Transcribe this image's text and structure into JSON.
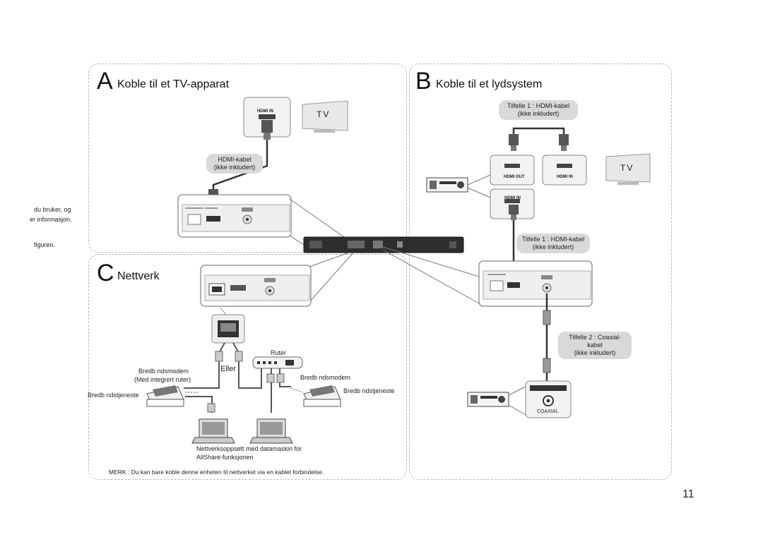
{
  "sidebar_fragments": [
    "du bruker, og",
    "er informasjon.",
    "figuren."
  ],
  "section_a": {
    "letter": "A",
    "title": "Koble til et TV-apparat",
    "hdmi_in_label": "HDMI IN",
    "tv_label": "TV",
    "cable_label": "HDMI-kabel",
    "cable_note": "(ikke inkludert)"
  },
  "section_b": {
    "letter": "B",
    "title": "Koble til et lydsystem",
    "case1_top": "Tilfelle 1 : HDMI-kabel",
    "case1_top_note": "(ikke inkludert)",
    "hdmi_out_label": "HDMI OUT",
    "hdmi_in_label": "HDMI IN",
    "hdmi_in_label_2": "HDMI IN",
    "tv_label": "TV",
    "case1_mid": "Tilfelle 1 : HDMI-kabel",
    "case1_mid_note": "(ikke inkludert)",
    "case2": "Tilfelle 2 : Coaxial-kabel",
    "case2_note": "(ikke inkludert)",
    "coaxial_label": "COAXIAL"
  },
  "section_c": {
    "letter": "C",
    "title": "Nettverk",
    "router_label": "Ruter",
    "modem_left_label": "Bredb ndsmodem",
    "modem_left_sub": "(Med integrert ruter)",
    "service_left": "Bredb ndstjeneste",
    "or_label": "Eller",
    "modem_right_label": "Bredb ndsmodem",
    "service_right": "Bredb ndstjeneste",
    "network_setup_line1": "Nettverksoppsett med datamaskin for",
    "network_setup_line2": "AllShare-funksjonen",
    "note": "MERK : Du kan bare koble denne enheten til nettverket via en kablet forbindelse."
  },
  "page_number": "11",
  "colors": {
    "panel_border": "#b8b8b8",
    "pill_bg": "#d9d9d9",
    "cable": "#333333",
    "device": "#3a3a3a"
  }
}
